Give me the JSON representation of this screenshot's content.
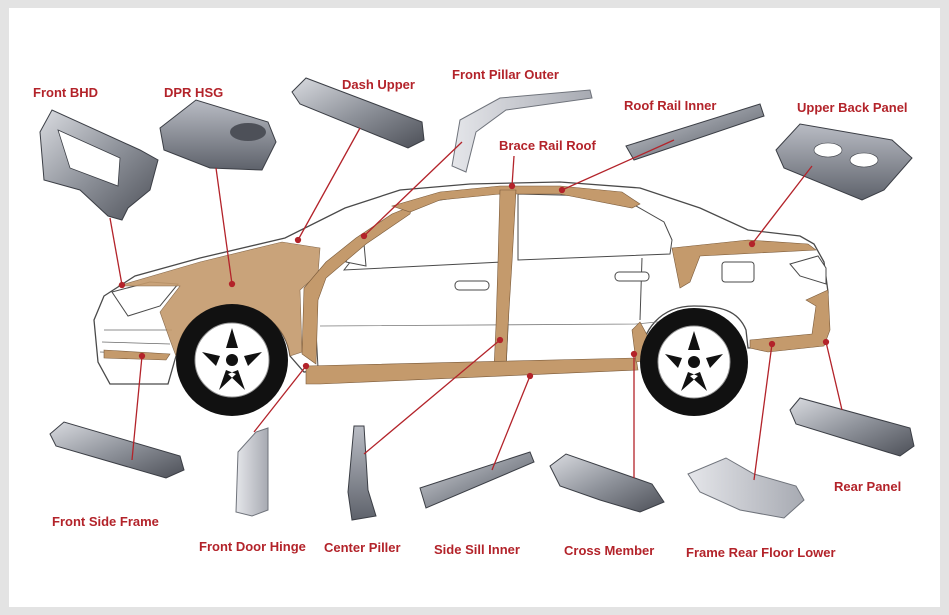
{
  "colors": {
    "label": "#b3232a",
    "leader": "#b3232a",
    "structure": "#c49a6c",
    "car_outline": "#4a4a4a",
    "background": "#e3e3e3",
    "panel": "#ffffff"
  },
  "labels": {
    "front_bhd": "Front BHD",
    "dpr_hsg": "DPR HSG",
    "dash_upper": "Dash Upper",
    "front_pillar_outer": "Front Pillar Outer",
    "brace_rail_roof": "Brace Rail Roof",
    "roof_rail_inner": "Roof Rail Inner",
    "upper_back_panel": "Upper Back Panel",
    "front_side_frame": "Front Side Frame",
    "front_door_hinge": "Front Door Hinge",
    "center_piller": "Center Piller",
    "side_sill_inner": "Side Sill Inner",
    "cross_member": "Cross Member",
    "frame_rear_floor_lower": "Frame Rear Floor Lower",
    "rear_panel": "Rear Panel"
  }
}
